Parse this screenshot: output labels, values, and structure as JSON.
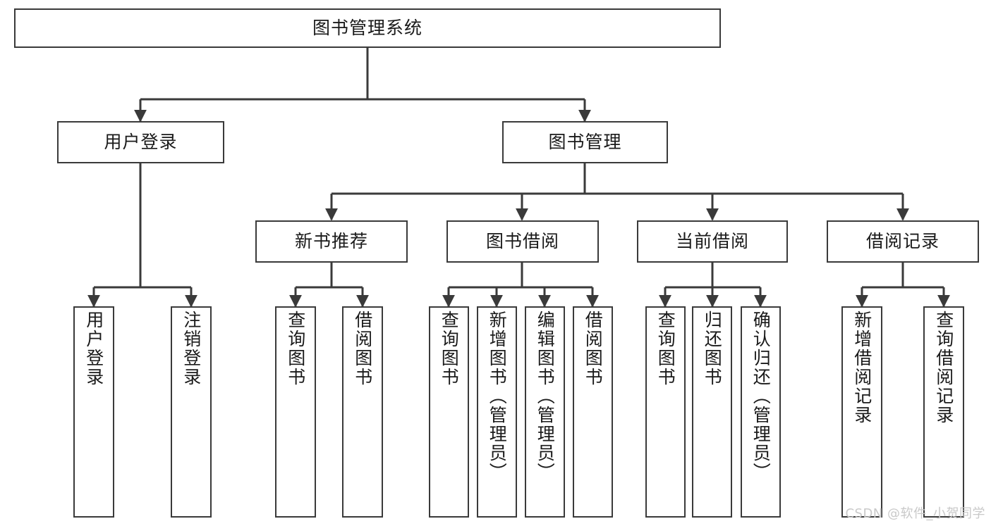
{
  "diagram": {
    "title": "图书管理系统",
    "type": "tree-hierarchy",
    "watermark": "CSDN @软件_小贺同学",
    "colors": {
      "node_border": "#3a3a3a",
      "node_fill": "#ffffff",
      "edge": "#3a3a3a",
      "text": "#1a1a1a",
      "watermark": "#c9c9c9",
      "background": "#ffffff"
    },
    "nodes": {
      "root": {
        "label": "图书管理系统"
      },
      "level2": [
        {
          "id": "user-login",
          "label": "用户登录"
        },
        {
          "id": "book-management",
          "label": "图书管理"
        }
      ],
      "level3": [
        {
          "id": "new-book-recommend",
          "label": "新书推荐"
        },
        {
          "id": "book-borrow",
          "label": "图书借阅"
        },
        {
          "id": "current-borrow",
          "label": "当前借阅"
        },
        {
          "id": "borrow-record",
          "label": "借阅记录"
        }
      ],
      "leaves": {
        "user_login": [
          {
            "id": "leaf-user-login",
            "label": "用户登录"
          },
          {
            "id": "leaf-logout-login",
            "label": "注销登录"
          }
        ],
        "new_book_recommend": [
          {
            "id": "leaf-query-book-1",
            "label": "查询图书"
          },
          {
            "id": "leaf-borrow-book-1",
            "label": "借阅图书"
          }
        ],
        "book_borrow": [
          {
            "id": "leaf-query-book-2",
            "label": "查询图书"
          },
          {
            "id": "leaf-add-book",
            "label": "新增图书（管理员）"
          },
          {
            "id": "leaf-edit-book",
            "label": "编辑图书（管理员）"
          },
          {
            "id": "leaf-borrow-book-2",
            "label": "借阅图书"
          }
        ],
        "current_borrow": [
          {
            "id": "leaf-query-book-3",
            "label": "查询图书"
          },
          {
            "id": "leaf-return-book",
            "label": "归还图书"
          },
          {
            "id": "leaf-confirm-return",
            "label": "确认归还（管理员）"
          }
        ],
        "borrow_record": [
          {
            "id": "leaf-add-borrow-record",
            "label": "新增借阅记录"
          },
          {
            "id": "leaf-query-borrow-record",
            "label": "查询借阅记录"
          }
        ]
      }
    }
  }
}
